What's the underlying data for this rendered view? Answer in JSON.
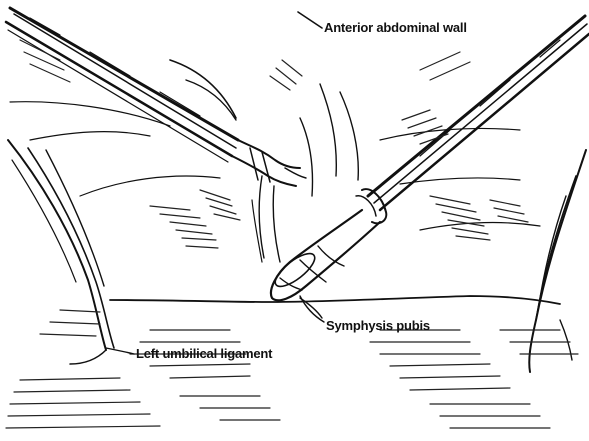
{
  "labels": {
    "anterior_abdominal_wall": "Anterior abdominal wall",
    "symphysis_pubis": "Symphysis pubis",
    "left_umbilical_ligament": "Left umbilical ligament"
  },
  "colors": {
    "ink": "#111111",
    "background": "#ffffff"
  }
}
